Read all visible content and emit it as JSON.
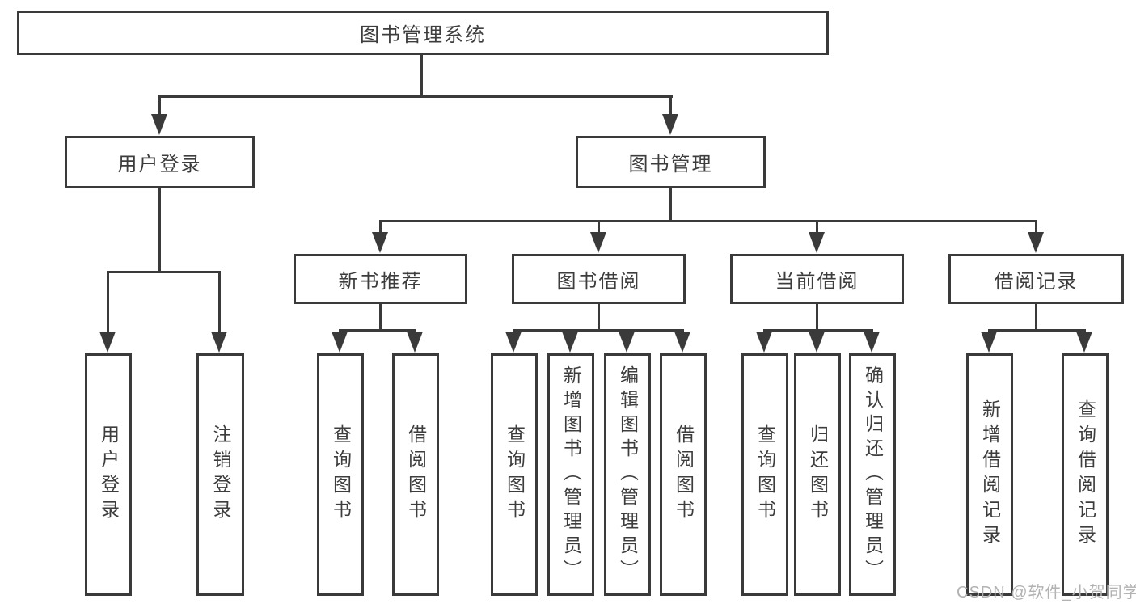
{
  "diagram": {
    "root": "图书管理系统",
    "level2": [
      "用户登录",
      "图书管理"
    ],
    "level3": [
      "新书推荐",
      "图书借阅",
      "当前借阅",
      "借阅记录"
    ],
    "leaf_groups": [
      {
        "parent": "用户登录",
        "items": [
          "用户登录",
          "注销登录"
        ]
      },
      {
        "parent": "新书推荐",
        "items": [
          "查询图书",
          "借阅图书"
        ]
      },
      {
        "parent": "图书借阅",
        "items": [
          "查询图书",
          "新增图书（管理员）",
          "编辑图书（管理员）",
          "借阅图书"
        ]
      },
      {
        "parent": "当前借阅",
        "items": [
          "查询图书",
          "归还图书",
          "确认归还（管理员）"
        ]
      },
      {
        "parent": "借阅记录",
        "items": [
          "新增借阅记录",
          "查询借阅记录"
        ]
      }
    ]
  },
  "watermark": "CSDN @软件_小贺同学",
  "colors": {
    "line": "#3a3a3a",
    "text": "#3d3d3d",
    "watermark": "#b2b2b2",
    "background": "#ffffff"
  }
}
